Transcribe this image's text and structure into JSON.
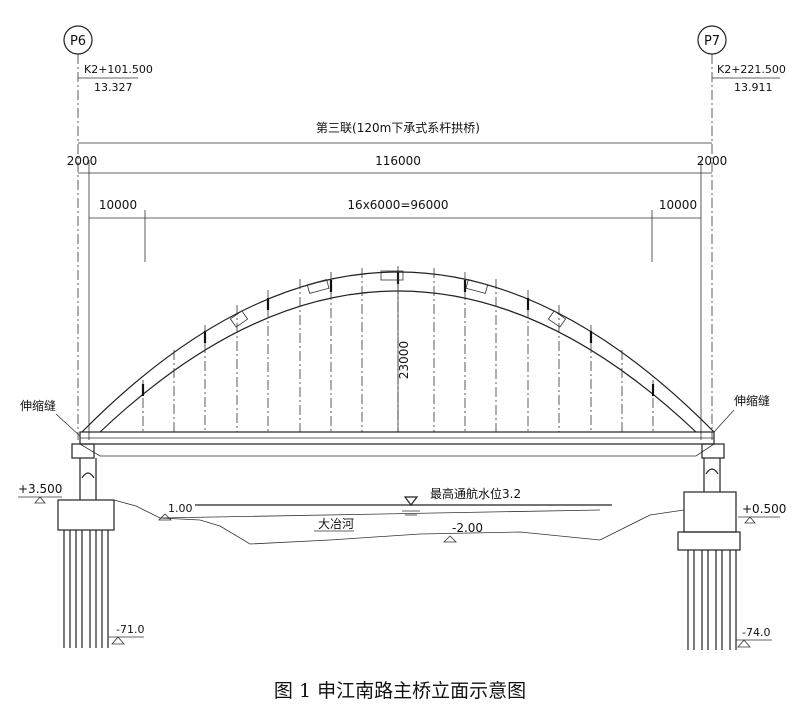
{
  "piers": {
    "left": {
      "id": "P6",
      "station": "K2+101.500",
      "elevation": "13.327"
    },
    "right": {
      "id": "P7",
      "station": "K2+221.500",
      "elevation": "13.911"
    }
  },
  "span_title": "第三联(120m下承式系杆拱桥)",
  "dims": {
    "left_end": "2000",
    "main": "116000",
    "right_end": "2000",
    "left_sub": "10000",
    "middle_sub": "16x6000=96000",
    "right_sub": "10000",
    "rise": "23000"
  },
  "labels": {
    "expansion_left": "伸缩缝",
    "expansion_right": "伸缩缝",
    "water_level": "最高通航水位3.2",
    "river": "大冶河",
    "bed_left": "1.00",
    "bed_bottom": "-2.00",
    "elev_left": "+3.500",
    "elev_right": "+0.500",
    "pile_left": "-71.0",
    "pile_right": "-74.0"
  },
  "caption": "图 1 申江南路主桥立面示意图"
}
